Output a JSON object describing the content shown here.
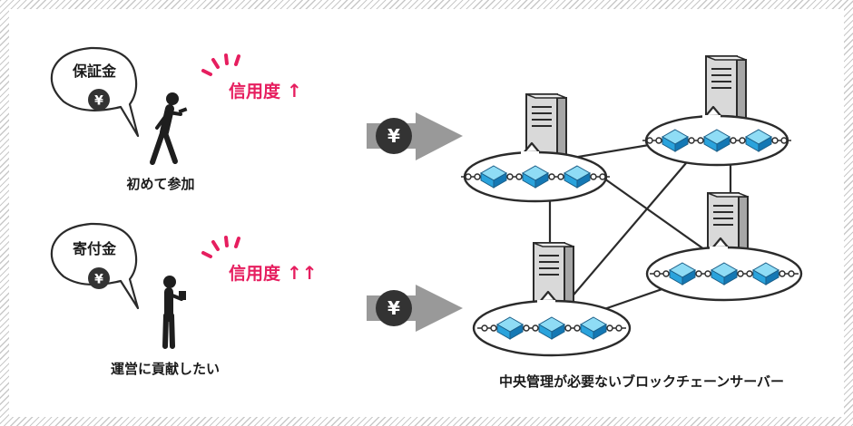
{
  "colors": {
    "accent": "#e61e5f",
    "outline": "#2b2b2b",
    "coin": "#333333",
    "arrow": "#999999",
    "cube_top": "#8fdcf5",
    "cube_left": "#2aa3dc",
    "cube_right": "#1478b4",
    "server_light": "#d9d9d9",
    "server_dark": "#a6a6a6"
  },
  "left": {
    "case1": {
      "bubble_label": "保証金",
      "coin_symbol": "¥",
      "trust_label": "信用度",
      "trust_arrows": "↑",
      "caption": "初めて参加",
      "figure_icon": "walking-person-with-phone-icon"
    },
    "case2": {
      "bubble_label": "寄付金",
      "coin_symbol": "¥",
      "trust_label": "信用度",
      "trust_arrows": "↑↑",
      "caption": "運営に貢献したい",
      "figure_icon": "standing-person-with-phone-icon"
    }
  },
  "flow_arrows": [
    {
      "symbol": "¥",
      "icon": "yen-arrow-icon"
    },
    {
      "symbol": "¥",
      "icon": "yen-arrow-icon"
    }
  ],
  "network": {
    "caption": "中央管理が必要ないブロックチェーンサーバー",
    "nodes": [
      {
        "name": "node-top-left",
        "blocks": 3,
        "server_icon": "server-tower-icon",
        "block_icon": "block-cube-icon"
      },
      {
        "name": "node-top-right",
        "blocks": 3,
        "server_icon": "server-tower-icon",
        "block_icon": "block-cube-icon"
      },
      {
        "name": "node-bottom-left",
        "blocks": 3,
        "server_icon": "server-tower-icon",
        "block_icon": "block-cube-icon"
      },
      {
        "name": "node-bottom-right",
        "blocks": 3,
        "server_icon": "server-tower-icon",
        "block_icon": "block-cube-icon"
      }
    ]
  }
}
